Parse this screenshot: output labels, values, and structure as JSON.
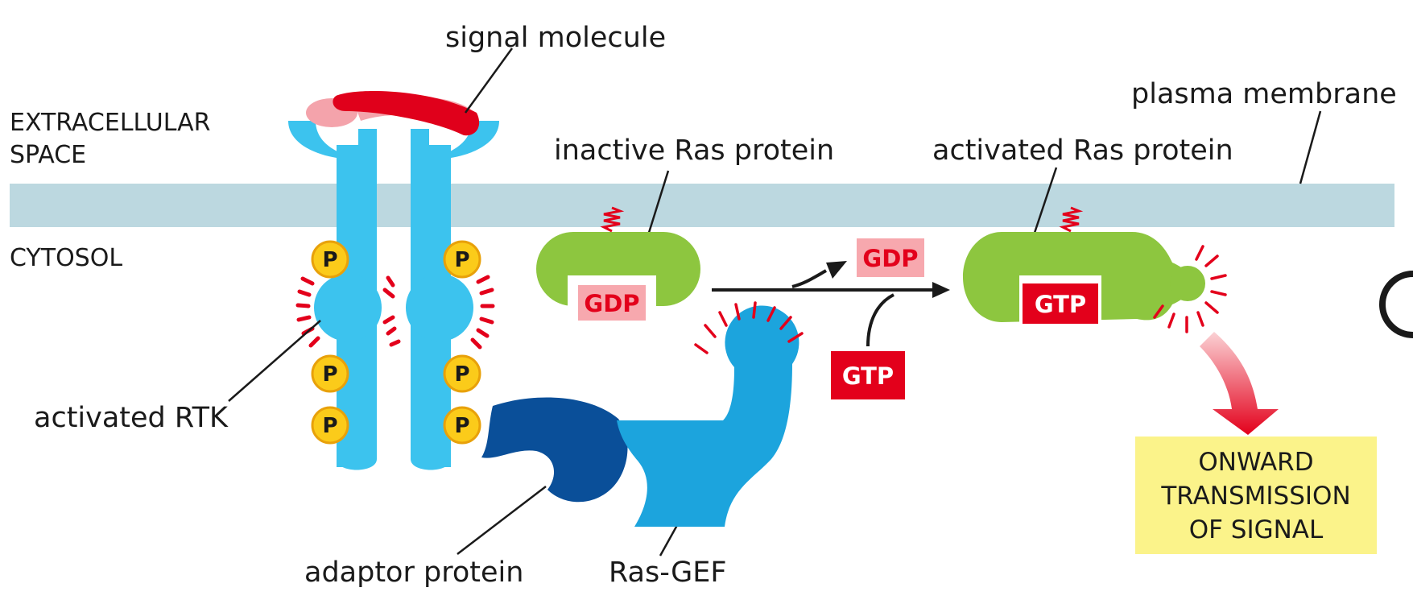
{
  "labels": {
    "signal_molecule": "signal molecule",
    "extracellular_line1": "EXTRACELLULAR",
    "extracellular_line2": "SPACE",
    "cytosol": "CYTOSOL",
    "inactive_ras": "inactive Ras protein",
    "activated_ras": "activated Ras protein",
    "plasma_membrane": "plasma membrane",
    "activated_rtk": "activated RTK",
    "adaptor_protein": "adaptor protein",
    "ras_gef": "Ras-GEF"
  },
  "phospho_label": "P",
  "nucleotides": {
    "gdp_bound": "GDP",
    "gdp_released": "GDP",
    "gtp_incoming": "GTP",
    "gtp_bound": "GTP"
  },
  "output_box": {
    "line1": "ONWARD",
    "line2": "TRANSMISSION",
    "line3": "OF SIGNAL"
  },
  "colors": {
    "membrane": "#bcd8e0",
    "receptor": "#3cc3ee",
    "signal": "#e0001b",
    "signal_light": "#f4a3ab",
    "phosphate_fill": "#fbcb1a",
    "phosphate_stroke": "#e8a10a",
    "ras": "#8dc63f",
    "adaptor": "#0a4f99",
    "ras_gef": "#1ca4dd",
    "gdp_fill": "#f7a8ae",
    "gtp_fill": "#e3001b",
    "output_fill": "#fbf38a"
  }
}
